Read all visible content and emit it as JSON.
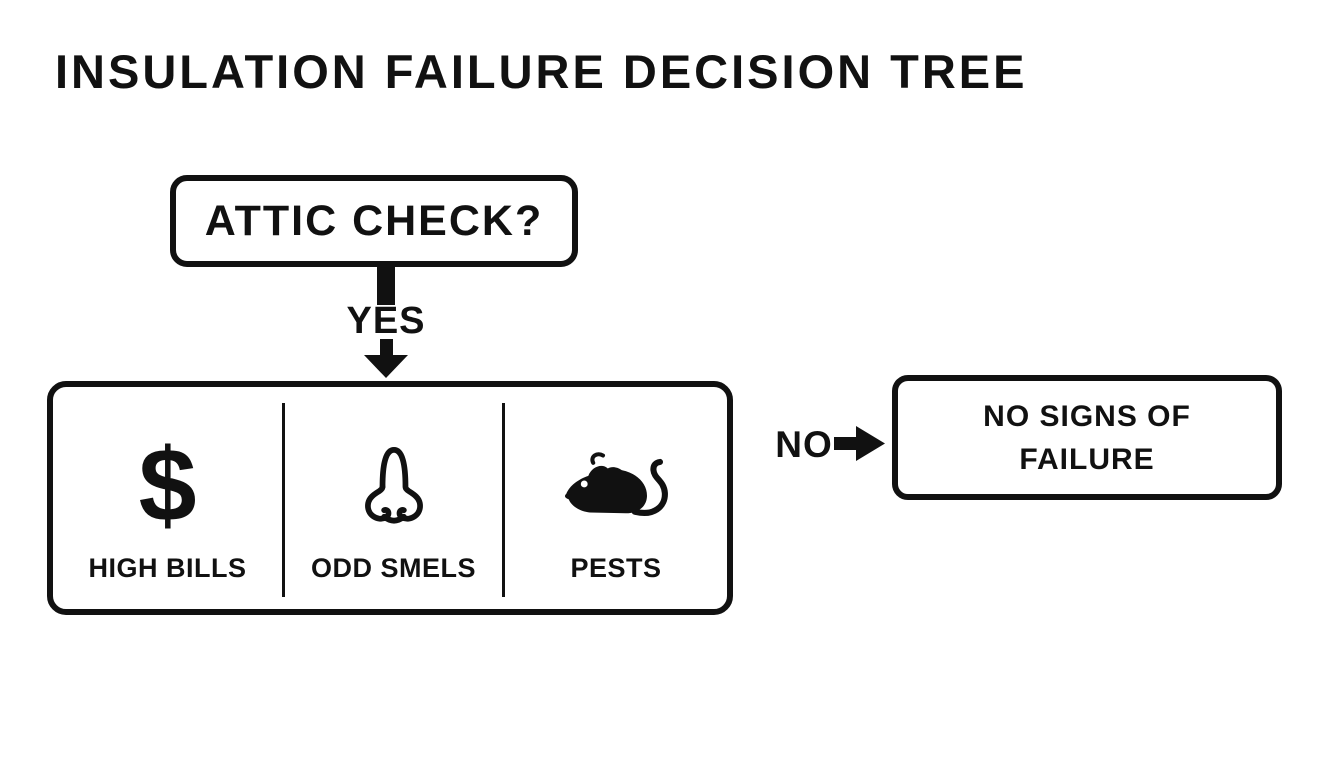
{
  "title": "INSULATION FAILURE DECISION TREE",
  "nodes": {
    "attic_check": {
      "label": "ATTIC CHECK?"
    },
    "no_signs": {
      "line1": "NO SIGNS OF",
      "line2": "FAILURE"
    }
  },
  "branches": {
    "yes": {
      "label": "YES"
    },
    "no": {
      "label": "NO"
    }
  },
  "signs": {
    "items": [
      {
        "icon": "dollar-icon",
        "glyph": "$",
        "label": "HIGH BILLS"
      },
      {
        "icon": "nose-icon",
        "label": "ODD SMELS"
      },
      {
        "icon": "rat-icon",
        "label": "PESTS"
      }
    ]
  },
  "colors": {
    "ink": "#111111",
    "background": "#ffffff"
  }
}
